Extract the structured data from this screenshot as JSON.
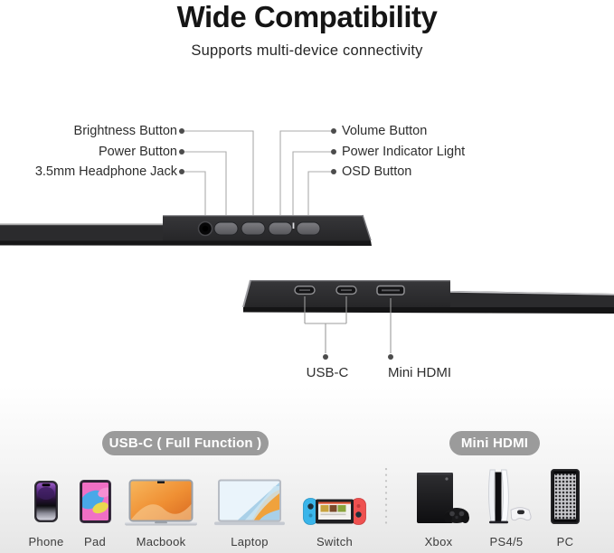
{
  "header": {
    "title": "Wide Compatibility",
    "subtitle": "Supports multi-device connectivity"
  },
  "port_callouts": {
    "left": [
      {
        "label": "Brightness Button"
      },
      {
        "label": "Power Button"
      },
      {
        "label": "3.5mm Headphone Jack"
      }
    ],
    "right": [
      {
        "label": "Volume Button"
      },
      {
        "label": "Power Indicator Light"
      },
      {
        "label": "OSD Button"
      }
    ]
  },
  "bottom_callouts": {
    "usb_c": {
      "label": "USB-C"
    },
    "mini_hdmi": {
      "label": "Mini HDMI"
    }
  },
  "groups": {
    "usb_c": {
      "badge": "USB-C ( Full Function )",
      "items": [
        {
          "label": "Phone",
          "icon": "phone-icon"
        },
        {
          "label": "Pad",
          "icon": "tablet-icon"
        },
        {
          "label": "Macbook",
          "icon": "macbook-icon"
        },
        {
          "label": "Laptop",
          "icon": "laptop-icon"
        },
        {
          "label": "Switch",
          "icon": "nintendo-switch-icon"
        }
      ]
    },
    "mini_hdmi": {
      "badge": "Mini HDMI",
      "items": [
        {
          "label": "Xbox",
          "icon": "xbox-icon"
        },
        {
          "label": "PS4/5",
          "icon": "playstation-icon"
        },
        {
          "label": "PC",
          "icon": "pc-tower-icon"
        }
      ]
    }
  },
  "colors": {
    "badge_bg": "#9b9b9b",
    "badge_text": "#ffffff",
    "bar_dark": "#2b2b2d",
    "leader_line": "#ababab",
    "title_text": "#151515",
    "label_text": "#2e2e2e",
    "bottom_gradient_end": "#e6e6e6",
    "switch_blue": "#3ab5ea",
    "switch_red": "#ef5150"
  }
}
